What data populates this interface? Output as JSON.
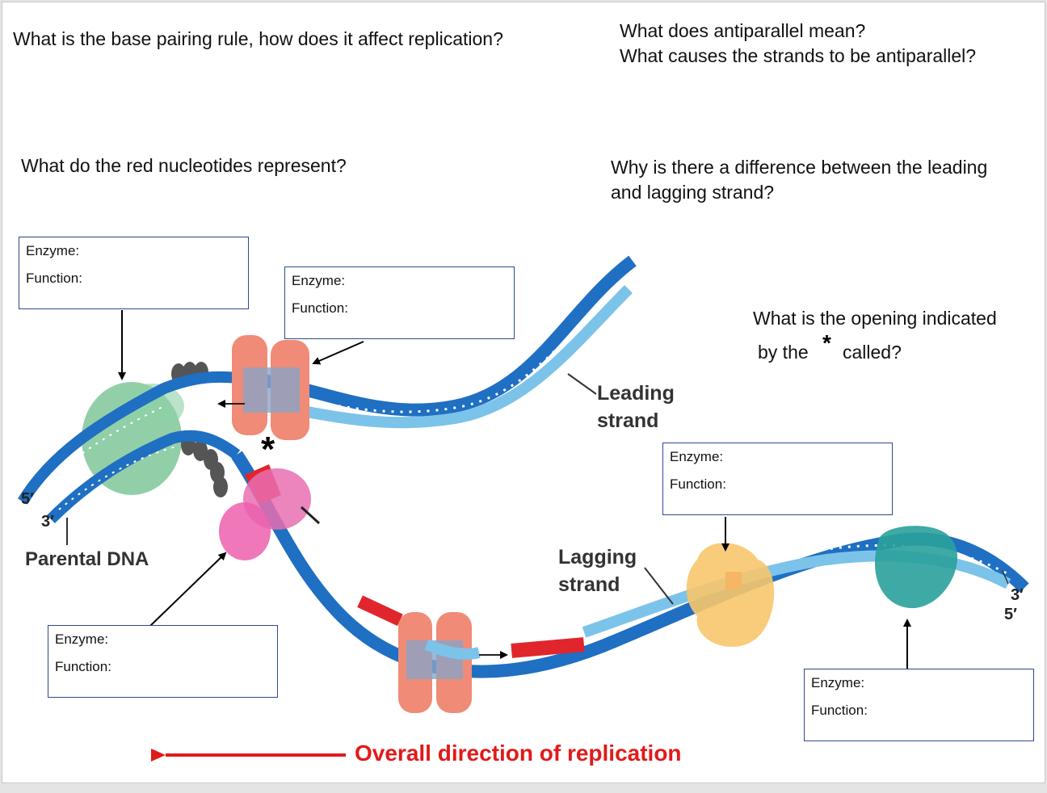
{
  "questions": {
    "base_pairing": "What is the base pairing rule, how does it affect replication?",
    "antiparallel_1": "What does antiparallel mean?",
    "antiparallel_2": "What causes the strands to be antiparallel?",
    "red_nucleotides": "What do the red nucleotides represent?",
    "difference_1": "Why is there a difference between the leading",
    "difference_2": "and lagging strand?",
    "opening_1": "What is the opening indicated",
    "opening_2a": "by  the",
    "opening_star": "*",
    "opening_2b": "called?"
  },
  "boxes": [
    {
      "enzyme": "Enzyme:",
      "function": "Function:"
    },
    {
      "enzyme": "Enzyme:",
      "function": "Function:"
    },
    {
      "enzyme": "Enzyme:",
      "function": "Function:"
    },
    {
      "enzyme": "Enzyme:",
      "function": "Function:"
    },
    {
      "enzyme": "Enzyme:",
      "function": "Function:"
    }
  ],
  "labels": {
    "leading_1": "Leading",
    "leading_2": "strand",
    "lagging_1": "Lagging",
    "lagging_2": "strand",
    "parental": "Parental DNA",
    "five_prime_left": "5′",
    "three_prime_left": "3′",
    "three_prime_right": "3′",
    "five_prime_right": "5′",
    "star": "*",
    "direction": "Overall direction of replication"
  },
  "colors": {
    "backbone_blue": "#1f6fc2",
    "new_strand_light_blue": "#7cc3ea",
    "rna_primer_red": "#e0262c",
    "direction_red": "#e21a1a",
    "box_border": "#2c4a8c"
  }
}
